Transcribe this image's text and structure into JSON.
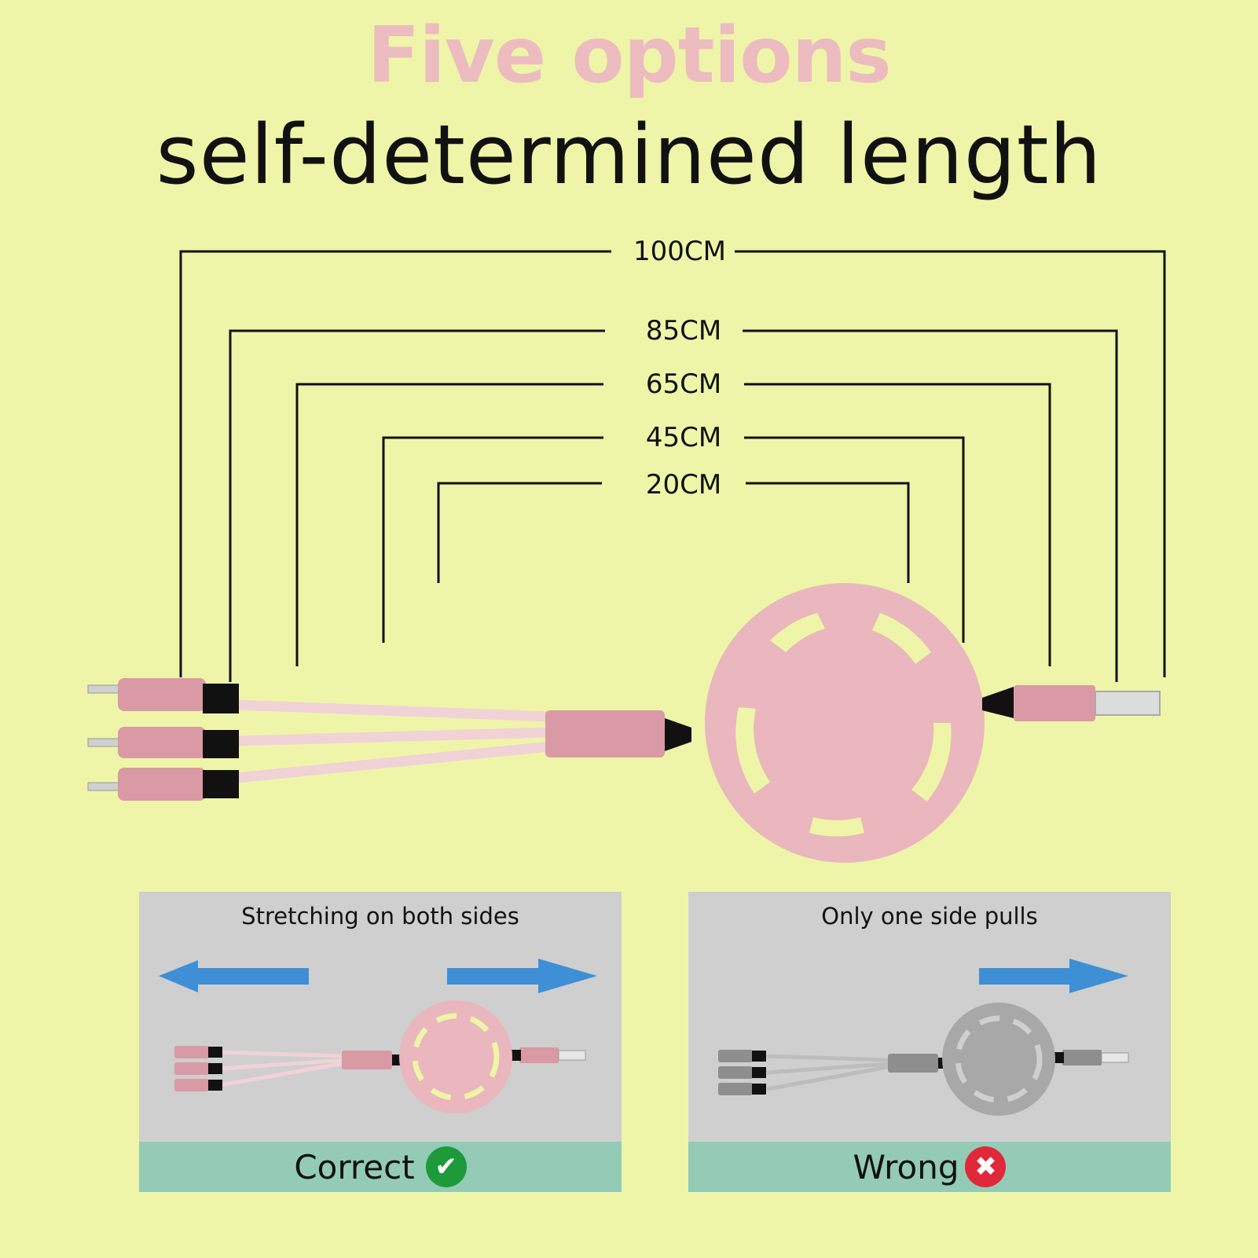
{
  "header": {
    "title": "Five options",
    "subtitle": "self-determined length"
  },
  "lengths": [
    "100CM",
    "85CM",
    "65CM",
    "45CM",
    "20CM"
  ],
  "panels": [
    {
      "title": "Stretching on both sides",
      "verdict": "Correct",
      "badge_icon": "check-icon",
      "badge_color": "#1e9a3a",
      "cable_color": "pink"
    },
    {
      "title": "Only one side pulls",
      "verdict": "Wrong",
      "badge_icon": "cross-icon",
      "badge_color": "#e0283a",
      "cable_color": "gray"
    }
  ],
  "colors": {
    "background": "#eff5a8",
    "title_pink": "#ecbcc0",
    "product_pink": "#e9b7bd",
    "arrow_blue": "#3f8fd6",
    "footer_green": "#93cbb7",
    "panel_gray": "#cfcfcf"
  }
}
